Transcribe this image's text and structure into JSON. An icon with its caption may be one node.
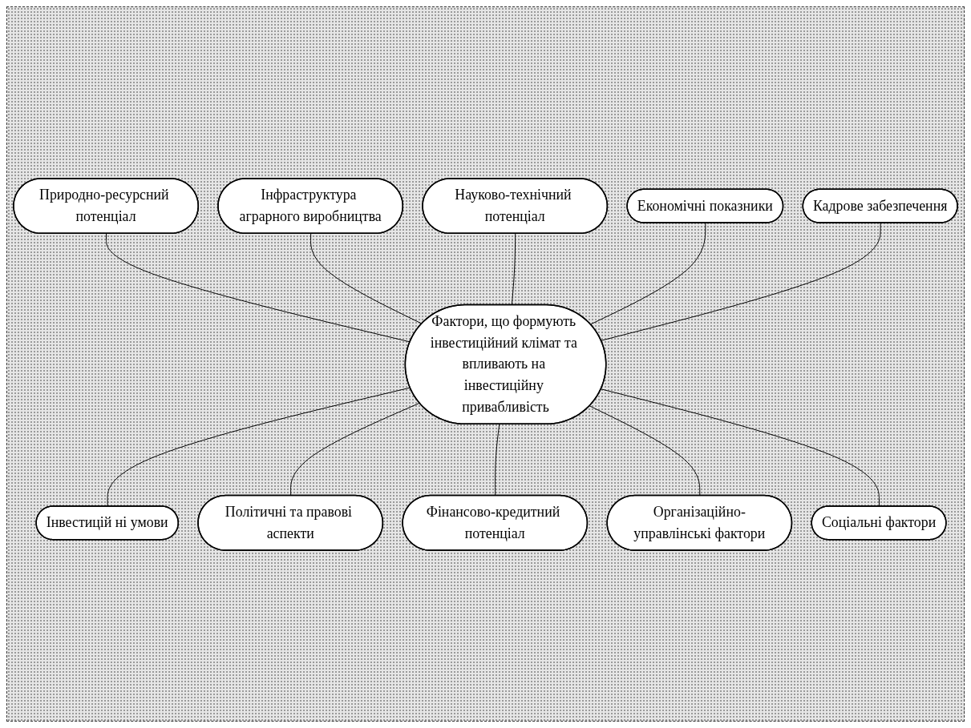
{
  "diagram": {
    "nodes": [
      {
        "text": [
          "Природно-ресурсний потенціал"
        ]
      },
      {
        "text": [
          "Інфраструктура аграрного виробництва"
        ]
      },
      {
        "text": [
          "Науково-технічний потенціал"
        ]
      },
      {
        "text": [
          "Економічні показники"
        ]
      },
      {
        "text": [
          "Кадрове забезпечення"
        ]
      },
      {
        "text": [
          "Фактори, що формують інвестиційний клімат та впливають на інвестиційну привабливість"
        ]
      },
      {
        "text": [
          "Інвестицій ні умови"
        ]
      },
      {
        "text": [
          "Політичні та правові аспекти"
        ]
      },
      {
        "text": [
          "Фінансово-кредитний потенціал"
        ]
      },
      {
        "text": [
          "Організаційно-управлінські фактори"
        ]
      },
      {
        "text": [
          "Соціальні фактори"
        ]
      }
    ],
    "edges": [
      {
        "from": 0,
        "to": 5,
        "arrow": "none"
      },
      {
        "from": 1,
        "to": 5,
        "arrow": "none"
      },
      {
        "from": 2,
        "to": 5,
        "arrow": "none"
      },
      {
        "from": 3,
        "to": 5,
        "arrow": "none"
      },
      {
        "from": 4,
        "to": 5,
        "arrow": "none"
      },
      {
        "from": 5,
        "to": 6,
        "arrow": "none"
      },
      {
        "from": 5,
        "to": 7,
        "arrow": "none"
      },
      {
        "from": 5,
        "to": 8,
        "arrow": "none"
      },
      {
        "from": 5,
        "to": 9,
        "arrow": "none"
      },
      {
        "from": 5,
        "to": 10,
        "arrow": "none"
      }
    ]
  }
}
